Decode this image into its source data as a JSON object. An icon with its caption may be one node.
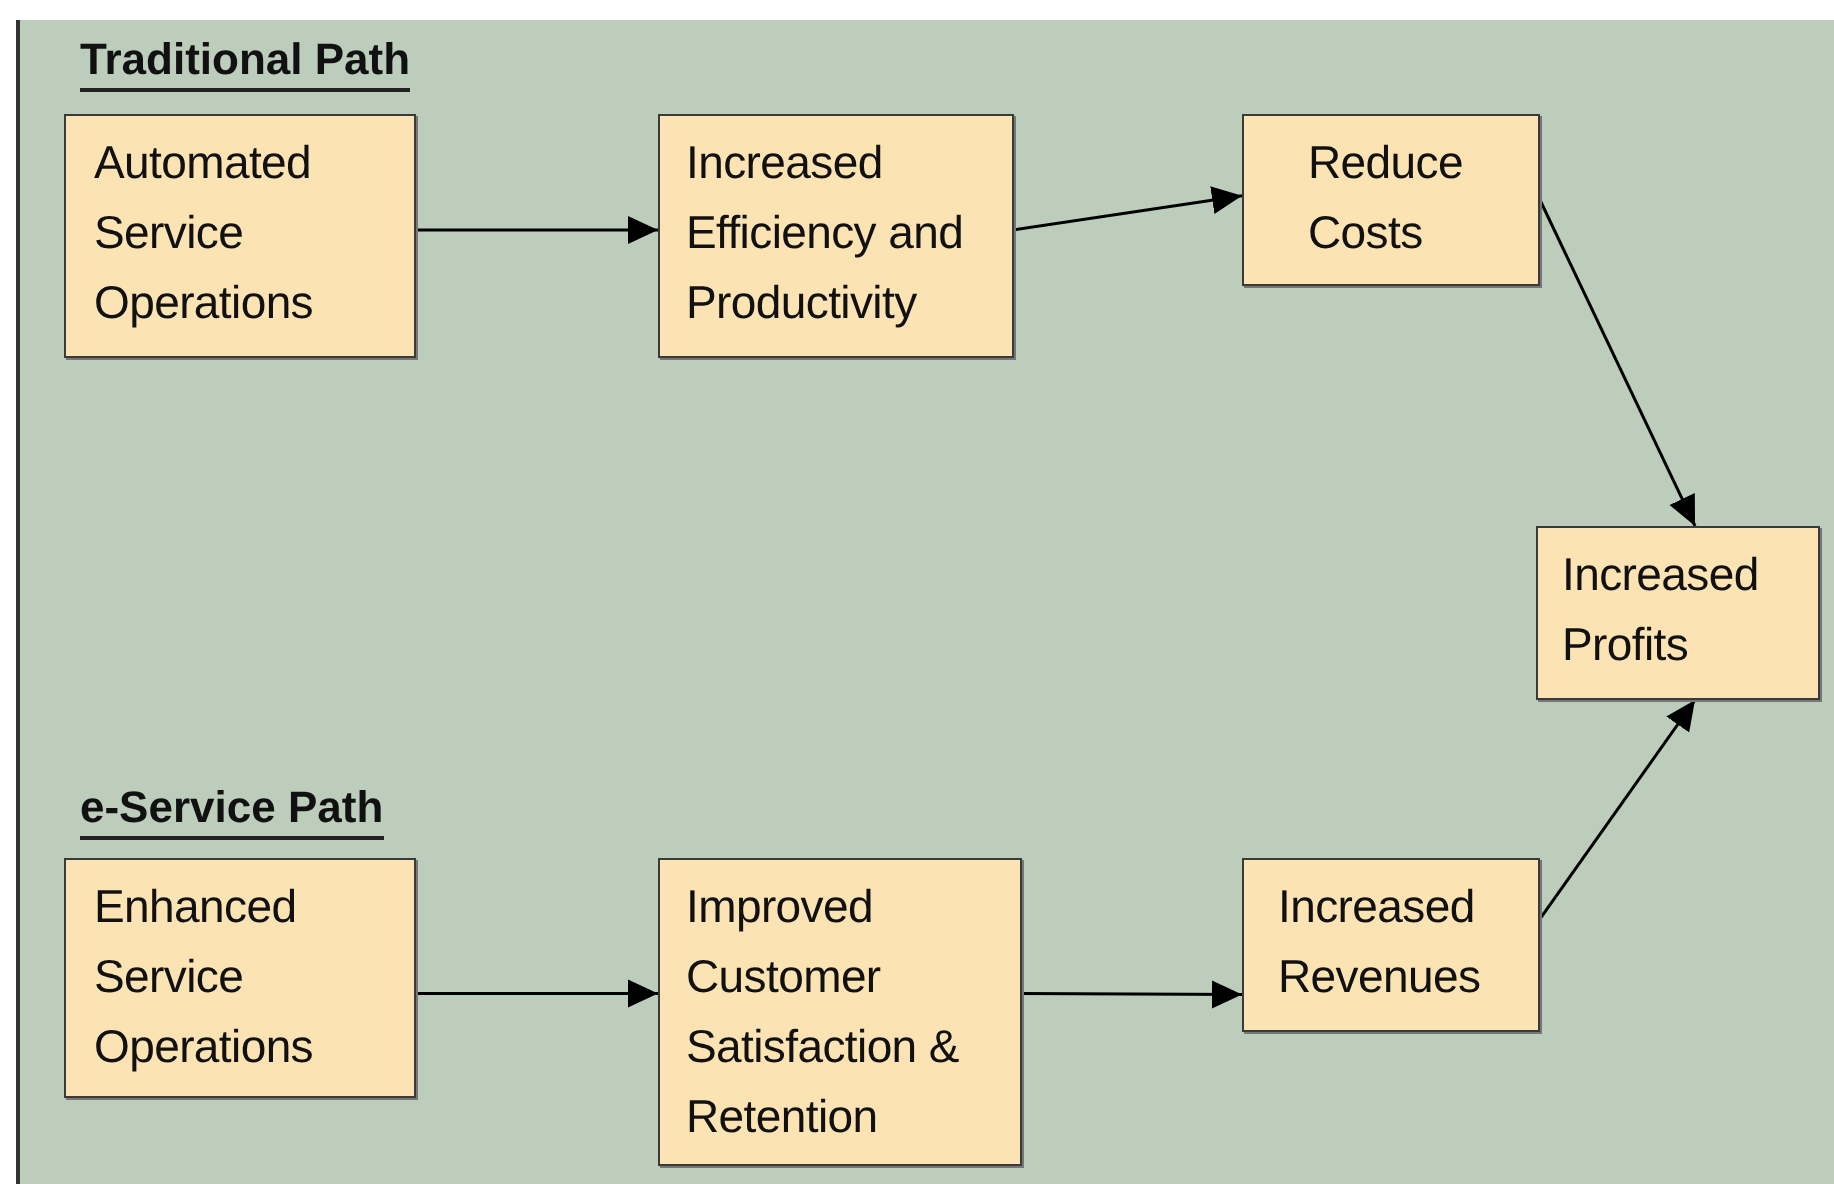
{
  "diagram": {
    "nodes": [
      {
        "text": [
          "Automated Service Operations"
        ]
      },
      {
        "text": [
          "Increased Efficiency and Productivity"
        ]
      },
      {
        "text": [
          "Reduce Costs"
        ]
      },
      {
        "text": [
          "Increased Profits"
        ]
      },
      {
        "text": [
          "Enhanced Service Operations"
        ]
      },
      {
        "text": [
          "Improved Customer Satisfaction & Retention"
        ]
      },
      {
        "text": [
          "Increased Revenues"
        ]
      }
    ],
    "edges": [
      {
        "from": 0,
        "to": 1,
        "arrow": "to"
      },
      {
        "from": 1,
        "to": 2,
        "arrow": "to"
      },
      {
        "from": 2,
        "to": 3,
        "arrow": "to"
      },
      {
        "from": 4,
        "to": 5,
        "arrow": "to"
      },
      {
        "from": 5,
        "to": 6,
        "arrow": "to"
      },
      {
        "from": 6,
        "to": 3,
        "arrow": "to"
      }
    ],
    "labels": [
      "Traditional Path",
      "e-Service Path"
    ]
  }
}
